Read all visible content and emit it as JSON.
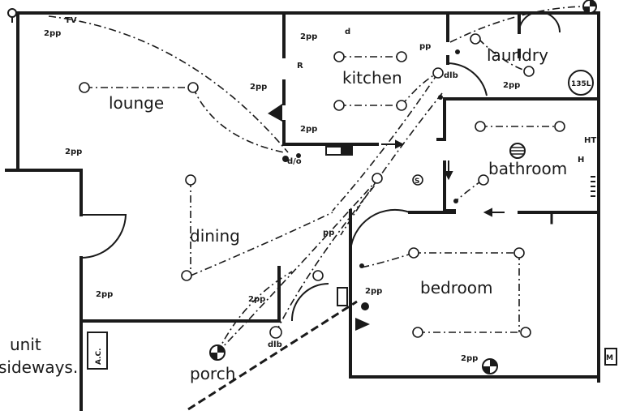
{
  "rooms": {
    "lounge": "lounge",
    "kitchen": "kitchen",
    "laundry": "laundry",
    "dining": "dining",
    "bathroom": "bathroom",
    "bedroom": "bedroom",
    "porch": "porch",
    "unit": "unit",
    "sideways": "sideways."
  },
  "symbols": {
    "tv": "TV",
    "twin_power_point": "2pp",
    "single_power_point": "pp",
    "range": "R",
    "dishwasher": "d/o",
    "dlb": "dlb",
    "hot_water": "135L",
    "air_conditioner": "A.C.",
    "exhaust": "HT",
    "heater": "H",
    "meter": "M",
    "switch_d": "d"
  },
  "colors": {
    "ink": "#1a1a1a",
    "paper": "#ffffff"
  }
}
